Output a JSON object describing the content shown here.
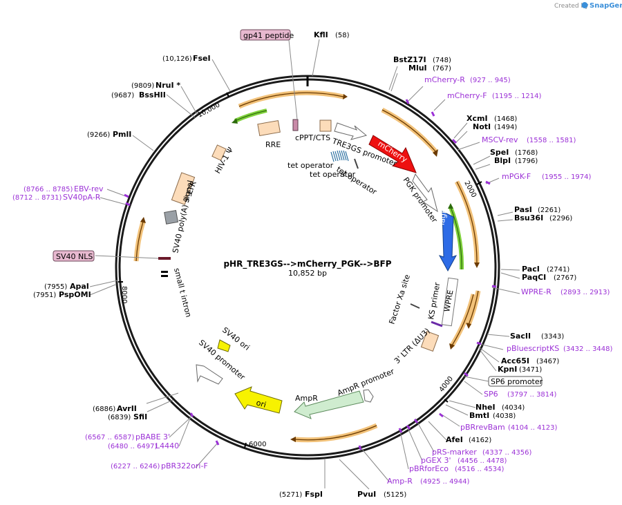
{
  "branding": {
    "created_by": "Created by",
    "brand": "SnapGene"
  },
  "plasmid": {
    "name": "pHR_TRE3GS-->mCherry_PGK-->BFP",
    "length": "10,852 bp"
  },
  "ticks": {
    "t10000": "10,000",
    "t2000": "2000",
    "t4000": "4000",
    "t6000": "6000",
    "t8000": "8000"
  },
  "features": {
    "rre": "RRE",
    "cppt": "cPPT/CTS",
    "tre3gs_promoter": "TRE3GS promoter",
    "mcherry": "mCherry",
    "pgk_promoter": "PGK promoter",
    "tagbfp": "TagBFP",
    "wpre": "WPRE",
    "ks_primer": "KS primer",
    "factor_xa": "Factor Xa site",
    "ltr_3": "3' LTR (ΔU3)",
    "ampr_promoter": "AmpR promoter",
    "ampr": "AmpR",
    "ori": "ori",
    "sv40_ori": "SV40 ori",
    "sv40_promoter": "SV40 promoter",
    "small_t_intron": "small t intron",
    "sv40_polya": "SV40 poly(A) signal",
    "ltr_3_left": "3' LTR",
    "hiv_psi": "HIV-1 Ψ",
    "tet_operator_1": "tet operator",
    "tet_operator_2": "tet operator",
    "tet_operator_3": "tet operator"
  },
  "boxed": {
    "gp41_peptide": "gp41 peptide",
    "sv40_nls": "SV40 NLS",
    "sp6_promoter": "SP6 promoter"
  },
  "sites": {
    "kfli": {
      "name": "KflI",
      "pos": "(58)"
    },
    "bstz17i": {
      "name": "BstZ17I",
      "pos": "(748)"
    },
    "mlui": {
      "name": "MluI",
      "pos": "(767)"
    },
    "xcmi": {
      "name": "XcmI",
      "pos": "(1468)"
    },
    "noti": {
      "name": "NotI",
      "pos": "(1494)"
    },
    "spei": {
      "name": "SpeI",
      "pos": "(1768)"
    },
    "blpi": {
      "name": "BlpI",
      "pos": "(1796)"
    },
    "pasi": {
      "name": "PasI",
      "pos": "(2261)"
    },
    "bsu36i": {
      "name": "Bsu36I",
      "pos": "(2296)"
    },
    "paci": {
      "name": "PacI",
      "pos": "(2741)"
    },
    "paqci": {
      "name": "PaqCI",
      "pos": "(2767)"
    },
    "sacii": {
      "name": "SacII",
      "pos": "(3343)"
    },
    "acc65i": {
      "name": "Acc65I",
      "pos": "(3467)"
    },
    "kpni": {
      "name": "KpnI",
      "pos": "(3471)"
    },
    "nhei": {
      "name": "NheI",
      "pos": "(4034)"
    },
    "bmti": {
      "name": "BmtI",
      "pos": "(4038)"
    },
    "afei": {
      "name": "AfeI",
      "pos": "(4162)"
    },
    "pvui": {
      "name": "PvuI",
      "pos": "(5125)"
    },
    "fspi": {
      "name": "FspI",
      "pos": "(5271)"
    },
    "avrii": {
      "name": "AvrII",
      "pos": "(6886)"
    },
    "sfii": {
      "name": "SfiI",
      "pos": "(6839)"
    },
    "apai": {
      "name": "ApaI",
      "pos": "(7955)"
    },
    "pspomi": {
      "name": "PspOMI",
      "pos": "(7951)"
    },
    "pmli": {
      "name": "PmlI",
      "pos": "(9266)"
    },
    "bsshii": {
      "name": "BssHII",
      "pos": "(9687)"
    },
    "nrui": {
      "name": "NruI *",
      "pos": "(9809)"
    },
    "fsei": {
      "name": "FseI",
      "pos": "(10,126)"
    }
  },
  "primers": {
    "mcherry_r": {
      "name": "mCherry-R",
      "pos": "(927 .. 945)"
    },
    "mcherry_f": {
      "name": "mCherry-F",
      "pos": "(1195 .. 1214)"
    },
    "mscv_rev": {
      "name": "MSCV-rev",
      "pos": "(1558 .. 1581)"
    },
    "mpgk_f": {
      "name": "mPGK-F",
      "pos": "(1955 .. 1974)"
    },
    "wpre_r": {
      "name": "WPRE-R",
      "pos": "(2893 .. 2913)"
    },
    "pbluescriptks": {
      "name": "pBluescriptKS",
      "pos": "(3432 .. 3448)"
    },
    "sp6": {
      "name": "SP6",
      "pos": "(3797 .. 3814)"
    },
    "pbrrevbam": {
      "name": "pBRrevBam",
      "pos": "(4104 .. 4123)"
    },
    "prs_marker": {
      "name": "pRS-marker",
      "pos": "(4337 .. 4356)"
    },
    "pgex_3": {
      "name": "pGEX 3'",
      "pos": "(4456 .. 4478)"
    },
    "pbrforeco": {
      "name": "pBRforEco",
      "pos": "(4516 .. 4534)"
    },
    "amp_r": {
      "name": "Amp-R",
      "pos": "(4925 .. 4944)"
    },
    "pbr322ori_f": {
      "name": "pBR322ori-F",
      "pos": "(6227 .. 6246)"
    },
    "pbabe_3": {
      "name": "pBABE 3'",
      "pos": "(6567 .. 6587)"
    },
    "l4440": {
      "name": "L4440",
      "pos": "(6480 .. 6497)"
    },
    "ebv_rev": {
      "name": "EBV-rev",
      "pos": "(8766 .. 8785)"
    },
    "sv40pa_r": {
      "name": "SV40pA-R",
      "pos": "(8712 .. 8731)"
    }
  },
  "colors": {
    "backbone": "#1a1a1a",
    "primer": "#9b30d6",
    "mcherry": "#ee1010",
    "tagbfp": "#2d6be6",
    "ori": "#f7f200",
    "ampr": "#cfeccf",
    "ltr": "#fcdcba",
    "arc_orange": "#f2c27a",
    "arc_green": "#7fd13b"
  }
}
